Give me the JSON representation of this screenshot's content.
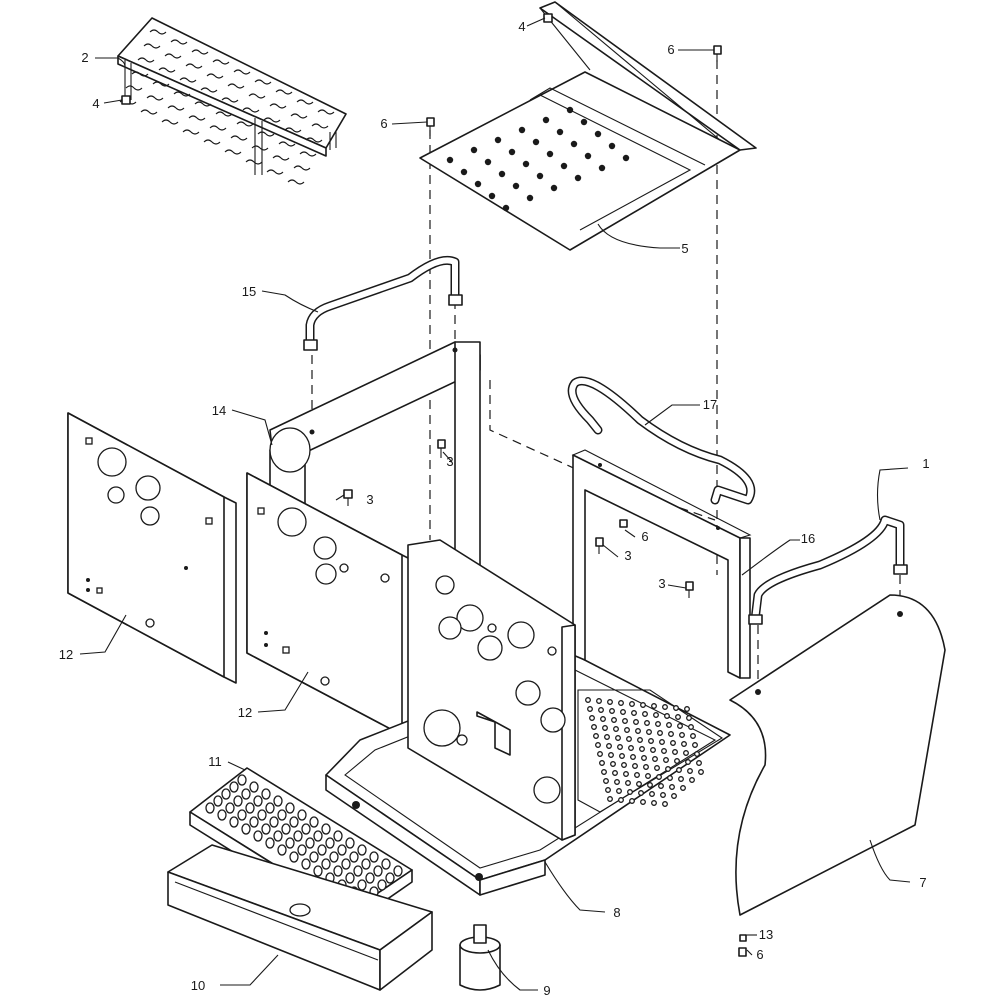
{
  "callouts": {
    "c1": "1",
    "c2": "2",
    "c3a": "3",
    "c3b": "3",
    "c3c": "3",
    "c3d": "3",
    "c4a": "4",
    "c4b": "4",
    "c5": "5",
    "c6a": "6",
    "c6b": "6",
    "c6c": "6",
    "c6d": "6",
    "c7": "7",
    "c8": "8",
    "c9": "9",
    "c10": "10",
    "c11": "11",
    "c12a": "12",
    "c12b": "12",
    "c13": "13",
    "c14": "14",
    "c15": "15",
    "c16": "16",
    "c17": "17"
  }
}
